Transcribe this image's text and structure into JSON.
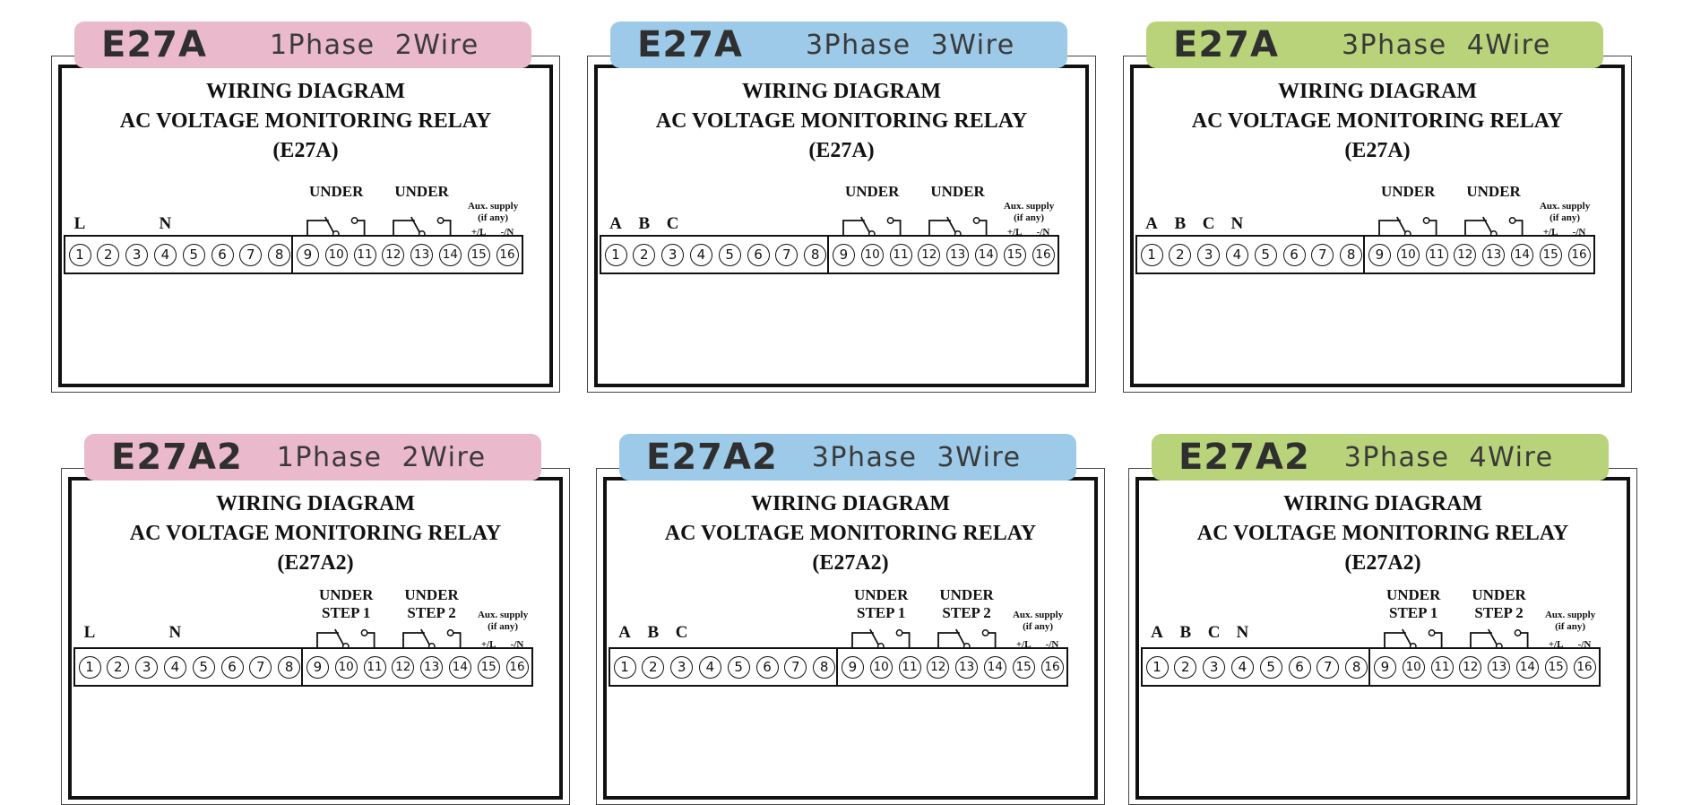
{
  "colors": {
    "pink": "#eab9cb",
    "blue": "#9ccae8",
    "green": "#b9d37a"
  },
  "panels": [
    {
      "tab_color": "#eab9cb",
      "model": "E27A",
      "spec": "1Phase  2Wire",
      "title_line1": "WIRING DIAGRAM",
      "title_line2": "AC VOLTAGE MONITORING RELAY",
      "title_line3": "(E27A)",
      "relay1_label": "UNDER",
      "relay2_label": "UNDER",
      "aux_label1": "Aux. supply",
      "aux_label2": "(if any)",
      "aux_plus": "+/L",
      "aux_minus": "-/N",
      "inputs": [
        {
          "label": "L",
          "terminal": 1
        },
        {
          "label": "N",
          "terminal": 4
        }
      ],
      "terminals": [
        "1",
        "2",
        "3",
        "4",
        "5",
        "6",
        "7",
        "8",
        "9",
        "10",
        "11",
        "12",
        "13",
        "14",
        "15",
        "16"
      ]
    },
    {
      "tab_color": "#9ccae8",
      "model": "E27A",
      "spec": "3Phase  3Wire",
      "title_line1": "WIRING DIAGRAM",
      "title_line2": "AC VOLTAGE MONITORING RELAY",
      "title_line3": "(E27A)",
      "relay1_label": "UNDER",
      "relay2_label": "UNDER",
      "aux_label1": "Aux. supply",
      "aux_label2": "(if any)",
      "aux_plus": "+/L",
      "aux_minus": "-/N",
      "inputs": [
        {
          "label": "A",
          "terminal": 1
        },
        {
          "label": "B",
          "terminal": 2
        },
        {
          "label": "C",
          "terminal": 3
        }
      ],
      "terminals": [
        "1",
        "2",
        "3",
        "4",
        "5",
        "6",
        "7",
        "8",
        "9",
        "10",
        "11",
        "12",
        "13",
        "14",
        "15",
        "16"
      ]
    },
    {
      "tab_color": "#b9d37a",
      "model": "E27A",
      "spec": "3Phase  4Wire",
      "title_line1": "WIRING DIAGRAM",
      "title_line2": "AC VOLTAGE MONITORING RELAY",
      "title_line3": "(E27A)",
      "relay1_label": "UNDER",
      "relay2_label": "UNDER",
      "aux_label1": "Aux. supply",
      "aux_label2": "(if any)",
      "aux_plus": "+/L",
      "aux_minus": "-/N",
      "inputs": [
        {
          "label": "A",
          "terminal": 1
        },
        {
          "label": "B",
          "terminal": 2
        },
        {
          "label": "C",
          "terminal": 3
        },
        {
          "label": "N",
          "terminal": 4
        }
      ],
      "terminals": [
        "1",
        "2",
        "3",
        "4",
        "5",
        "6",
        "7",
        "8",
        "9",
        "10",
        "11",
        "12",
        "13",
        "14",
        "15",
        "16"
      ]
    },
    {
      "tab_color": "#eab9cb",
      "model": "E27A2",
      "spec": "1Phase  2Wire",
      "title_line1": "WIRING DIAGRAM",
      "title_line2": "AC VOLTAGE MONITORING RELAY",
      "title_line3": "(E27A2)",
      "relay1_label": "UNDER",
      "relay1_sub": "STEP 1",
      "relay2_label": "UNDER",
      "relay2_sub": "STEP 2",
      "aux_label1": "Aux. supply",
      "aux_label2": "(if any)",
      "aux_plus": "+/L",
      "aux_minus": "-/N",
      "inputs": [
        {
          "label": "L",
          "terminal": 1
        },
        {
          "label": "N",
          "terminal": 4
        }
      ],
      "terminals": [
        "1",
        "2",
        "3",
        "4",
        "5",
        "6",
        "7",
        "8",
        "9",
        "10",
        "11",
        "12",
        "13",
        "14",
        "15",
        "16"
      ]
    },
    {
      "tab_color": "#9ccae8",
      "model": "E27A2",
      "spec": "3Phase  3Wire",
      "title_line1": "WIRING DIAGRAM",
      "title_line2": "AC VOLTAGE MONITORING RELAY",
      "title_line3": "(E27A2)",
      "relay1_label": "UNDER",
      "relay1_sub": "STEP 1",
      "relay2_label": "UNDER",
      "relay2_sub": "STEP 2",
      "aux_label1": "Aux. supply",
      "aux_label2": "(if any)",
      "aux_plus": "+/L",
      "aux_minus": "-/N",
      "inputs": [
        {
          "label": "A",
          "terminal": 1
        },
        {
          "label": "B",
          "terminal": 2
        },
        {
          "label": "C",
          "terminal": 3
        }
      ],
      "terminals": [
        "1",
        "2",
        "3",
        "4",
        "5",
        "6",
        "7",
        "8",
        "9",
        "10",
        "11",
        "12",
        "13",
        "14",
        "15",
        "16"
      ]
    },
    {
      "tab_color": "#b9d37a",
      "model": "E27A2",
      "spec": "3Phase  4Wire",
      "title_line1": "WIRING DIAGRAM",
      "title_line2": "AC VOLTAGE MONITORING RELAY",
      "title_line3": "(E27A2)",
      "relay1_label": "UNDER",
      "relay1_sub": "STEP 1",
      "relay2_label": "UNDER",
      "relay2_sub": "STEP 2",
      "aux_label1": "Aux. supply",
      "aux_label2": "(if any)",
      "aux_plus": "+/L",
      "aux_minus": "-/N",
      "inputs": [
        {
          "label": "A",
          "terminal": 1
        },
        {
          "label": "B",
          "terminal": 2
        },
        {
          "label": "C",
          "terminal": 3
        },
        {
          "label": "N",
          "terminal": 4
        }
      ],
      "terminals": [
        "1",
        "2",
        "3",
        "4",
        "5",
        "6",
        "7",
        "8",
        "9",
        "10",
        "11",
        "12",
        "13",
        "14",
        "15",
        "16"
      ]
    }
  ]
}
